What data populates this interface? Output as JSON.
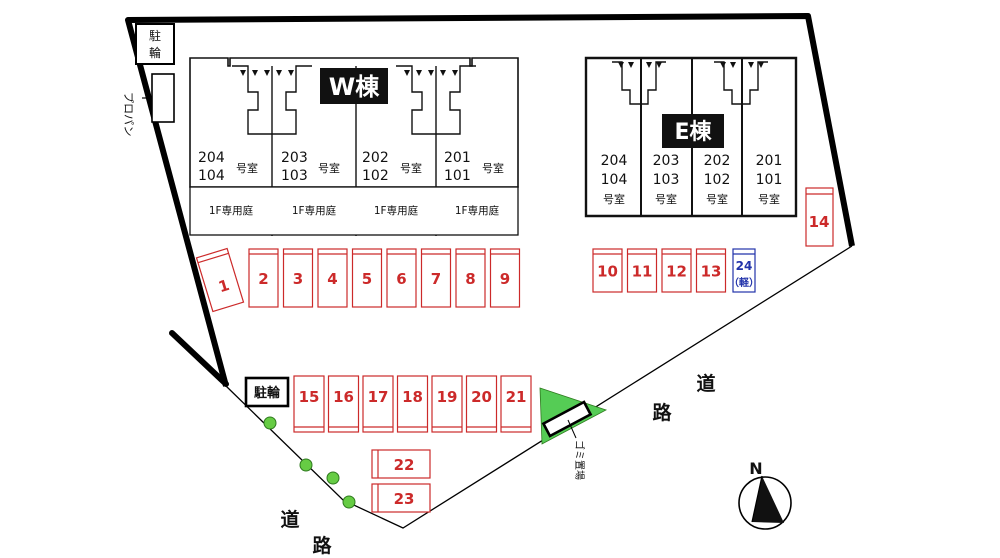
{
  "buildings": {
    "west": {
      "label": "W棟",
      "units": [
        {
          "upper": "204",
          "lower": "104",
          "suffix": "号室"
        },
        {
          "upper": "203",
          "lower": "103",
          "suffix": "号室"
        },
        {
          "upper": "202",
          "lower": "102",
          "suffix": "号室"
        },
        {
          "upper": "201",
          "lower": "101",
          "suffix": "号室"
        }
      ],
      "garden_label": "1F専用庭"
    },
    "east": {
      "label": "E棟",
      "units": [
        {
          "upper": "204",
          "lower": "104",
          "suffix": "号室"
        },
        {
          "upper": "203",
          "lower": "103",
          "suffix": "号室"
        },
        {
          "upper": "202",
          "lower": "102",
          "suffix": "号室"
        },
        {
          "upper": "201",
          "lower": "101",
          "suffix": "号室"
        }
      ]
    }
  },
  "parking": {
    "row_top": [
      "1",
      "2",
      "3",
      "4",
      "5",
      "6",
      "7",
      "8",
      "9"
    ],
    "row_top_east": [
      "10",
      "11",
      "12",
      "13"
    ],
    "kei_spot": {
      "number": "24",
      "note": "（軽）"
    },
    "side_spot": "14",
    "row_bottom": [
      "15",
      "16",
      "17",
      "18",
      "19",
      "20",
      "21"
    ],
    "horizontal": [
      "22",
      "23"
    ]
  },
  "facilities": {
    "bicycle_top": "駐輪",
    "bicycle_bottom": "駐輪",
    "propane": "プロパン",
    "garbage": "ゴミ置場"
  },
  "roads": {
    "right": "道路",
    "bottom": "道路"
  },
  "compass": {
    "north": "N"
  },
  "colors": {
    "parking": "#cc2a2a",
    "kei_parking": "#2233aa",
    "garbage_area": "#55cc55",
    "trees": "#66cc44",
    "boundary": "#000000"
  }
}
